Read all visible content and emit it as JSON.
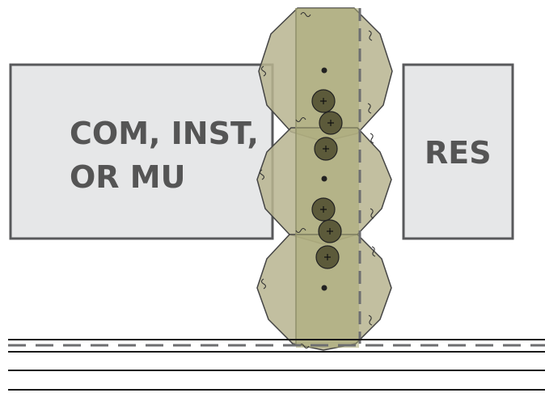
{
  "labels": {
    "left_building_line1": "COM, INST,",
    "left_building_line2": "OR MU",
    "right_building": "RES"
  },
  "colors": {
    "building_fill": "#e6e7e8",
    "building_stroke": "#58595b",
    "canopy_fill": "#b7b48f",
    "buffer_strip": "#a9a974",
    "shrub_fill": "#5c5a3a",
    "line": "#1a1a1a",
    "text": "#555555"
  }
}
